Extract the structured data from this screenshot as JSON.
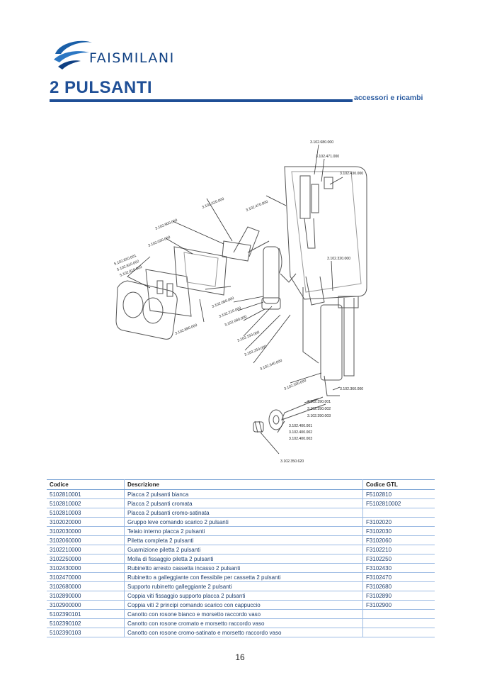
{
  "brand": {
    "name": "FAISMILANI"
  },
  "page": {
    "title": "2 PULSANTI",
    "subtitle": "accessori e ricambi",
    "number": "16"
  },
  "diagram_labels": [
    "3.102.680.000",
    "3.102.471.000",
    "3.102.430.000",
    "3.102.470.000",
    "3.102.020.000",
    "3.102.900.000",
    "3.102.030.000",
    "5.102.810.001",
    "5.102.810.002",
    "5.102.810.003",
    "3.102.320.000",
    "3.102.060.000",
    "3.102.210.000",
    "3.102.080.000",
    "3.102.150.000",
    "3.102.250.000",
    "3.102.340.000",
    "3.102.890.000",
    "3.102.330.000",
    "3.102.360.000",
    "3.102.390.001",
    "3.102.390.002",
    "3.102.390.003",
    "3.102.400.001",
    "3.102.400.002",
    "3.102.400.003",
    "3.102.350.620"
  ],
  "table": {
    "headers": [
      "Codice",
      "Descrizione",
      "Codice GTL"
    ],
    "rows": [
      [
        "5102810001",
        "Placca 2 pulsanti bianca",
        "F5102810"
      ],
      [
        "5102810002",
        "Placca 2 pulsanti cromata",
        "F5102810002"
      ],
      [
        "5102810003",
        "Placca 2 pulsanti cromo-satinata",
        ""
      ],
      [
        "3102020000",
        "Gruppo leve comando scarico 2 pulsanti",
        "F3102020"
      ],
      [
        "3102030000",
        "Telaio interno placca 2 pulsanti",
        "F3102030"
      ],
      [
        "3102060000",
        "Piletta completa 2 pulsanti",
        "F3102060"
      ],
      [
        "3102210000",
        "Guarnizione piletta 2 pulsanti",
        "F3102210"
      ],
      [
        "3102250000",
        "Molla di fissaggio piletta 2 pulsanti",
        "F3102250"
      ],
      [
        "3102430000",
        "Rubinetto arresto cassetta incasso 2 pulsanti",
        "F3102430"
      ],
      [
        "3102470000",
        "Rubinetto a galleggiante con flessibile per cassetta 2 pulsanti",
        "F3102470"
      ],
      [
        "3102680000",
        "Supporto rubinetto galleggiante 2 pulsanti",
        "F3102680"
      ],
      [
        "3102890000",
        "Coppia viti fissaggio supporto placca 2 pulsanti",
        "F3102890"
      ],
      [
        "3102900000",
        "Coppia viti 2 principi comando scarico con cappuccio",
        "F3102900"
      ],
      [
        "5102390101",
        "Canotto con rosone bianco e morsetto raccordo vaso",
        ""
      ],
      [
        "5102390102",
        "Canotto con rosone cromato e morsetto raccordo vaso",
        ""
      ],
      [
        "5102390103",
        "Canotto con rosone cromo-satinato e morsetto raccordo vaso",
        ""
      ]
    ]
  }
}
